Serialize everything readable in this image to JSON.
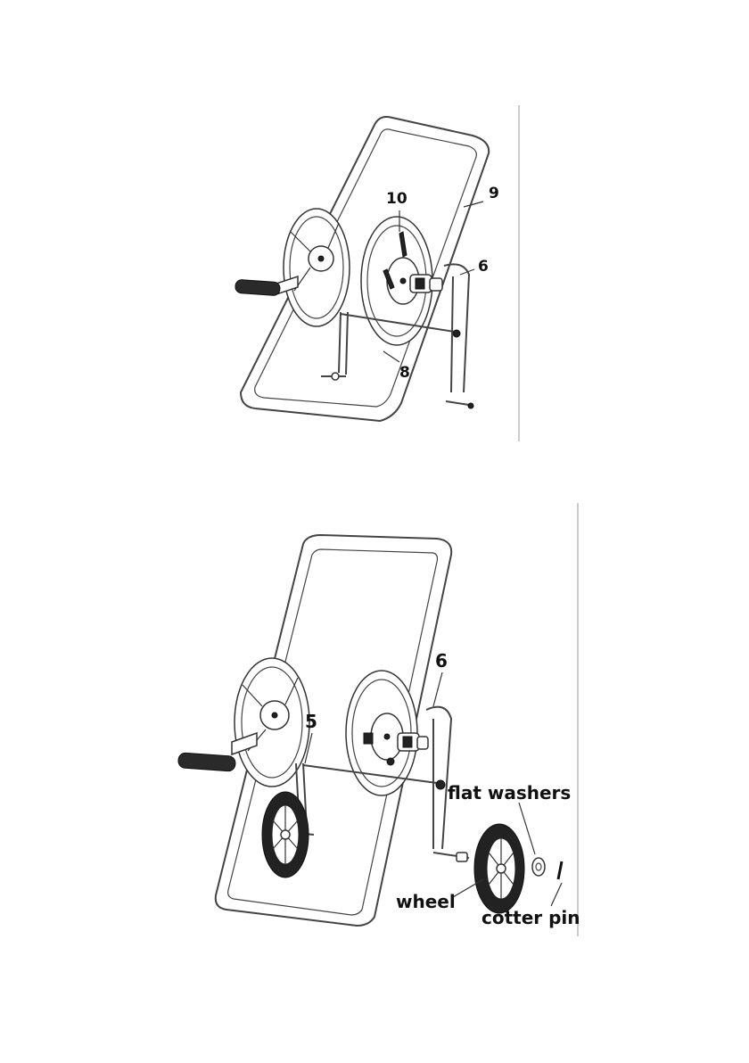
{
  "figure_top": {
    "callouts": [
      "10",
      "9",
      "6",
      "8"
    ]
  },
  "figure_bottom": {
    "callouts": [
      "6",
      "5",
      "flat washers",
      "wheel",
      "cotter pin"
    ]
  }
}
